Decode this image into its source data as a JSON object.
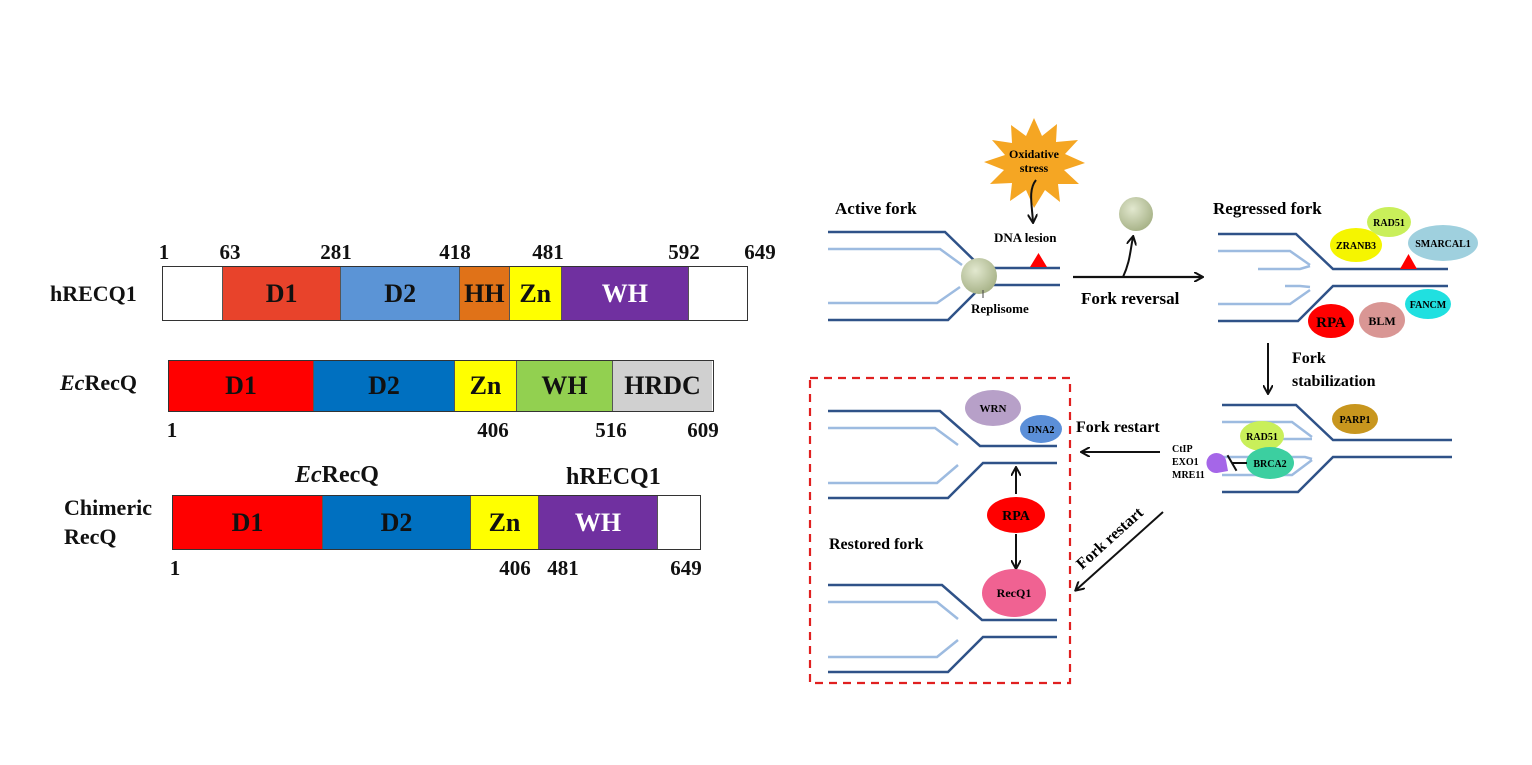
{
  "left_panel": {
    "constructs": [
      {
        "id": "hrecq1",
        "label": "hRECQ1",
        "label_italic_prefix": "",
        "length": 649,
        "ticks_above": [
          "1",
          "63",
          "281",
          "418",
          "481",
          "592",
          "649"
        ],
        "ticks_below": [],
        "domains": [
          {
            "name": "",
            "start": 1,
            "end": 63,
            "color": "#ffffff",
            "text_color": "#111111"
          },
          {
            "name": "D1",
            "start": 63,
            "end": 281,
            "color": "#e8432b",
            "text_color": "#111111"
          },
          {
            "name": "D2",
            "start": 281,
            "end": 418,
            "color": "#5b94d6",
            "text_color": "#111111"
          },
          {
            "name": "HH",
            "start": 418,
            "end": 455,
            "color": "#e07218",
            "text_color": "#111111"
          },
          {
            "name": "Zn",
            "start": 455,
            "end": 481,
            "color": "#ffff00",
            "text_color": "#111111"
          },
          {
            "name": "WH",
            "start": 481,
            "end": 592,
            "color": "#7030a0",
            "text_color": "#ffffff"
          },
          {
            "name": "",
            "start": 592,
            "end": 649,
            "color": "#ffffff",
            "text_color": "#111111"
          }
        ]
      },
      {
        "id": "ecrecq",
        "label": "RecQ",
        "label_italic_prefix": "Ec",
        "length": 609,
        "ticks_above": [],
        "ticks_below": [
          "1",
          "406",
          "516",
          "609"
        ],
        "domains": [
          {
            "name": "D1",
            "start": 1,
            "end": 160,
            "color": "#ff0000",
            "text_color": "#111111"
          },
          {
            "name": "D2",
            "start": 160,
            "end": 340,
            "color": "#0070c0",
            "text_color": "#111111"
          },
          {
            "name": "Zn",
            "start": 340,
            "end": 406,
            "color": "#ffff00",
            "text_color": "#111111"
          },
          {
            "name": "WH",
            "start": 406,
            "end": 516,
            "color": "#92d050",
            "text_color": "#111111"
          },
          {
            "name": "HRDC",
            "start": 516,
            "end": 609,
            "color": "#d0d0d0",
            "text_color": "#111111"
          }
        ]
      },
      {
        "id": "chimeric",
        "label_line1": "Chimeric",
        "label_line2": "RecQ",
        "group_label_left_prefix": "Ec",
        "group_label_left": "RecQ",
        "group_label_right": "hRECQ1",
        "ticks_below": [
          "1",
          "406",
          "481",
          "649"
        ],
        "domains": [
          {
            "name": "D1",
            "color": "#ff0000",
            "text_color": "#111111"
          },
          {
            "name": "D2",
            "color": "#0070c0",
            "text_color": "#111111"
          },
          {
            "name": "Zn",
            "color": "#ffff00",
            "text_color": "#111111"
          },
          {
            "name": "WH",
            "color": "#7030a0",
            "text_color": "#ffffff"
          },
          {
            "name": "",
            "color": "#ffffff",
            "text_color": "#111111"
          }
        ]
      }
    ]
  },
  "right_panel": {
    "active_fork": "Active fork",
    "oxidative_stress_l1": "Oxidative",
    "oxidative_stress_l2": "stress",
    "dna_lesion": "DNA lesion",
    "replisome": "Replisome",
    "fork_reversal": "Fork reversal",
    "regressed_fork": "Regressed fork",
    "regressed_proteins": {
      "rad51": "RAD51",
      "zranb3": "ZRANB3",
      "smarcal1": "SMARCAL1",
      "fancm": "FANCM",
      "rpa": "RPA",
      "blm": "BLM"
    },
    "fork_stabilization_l1": "Fork",
    "fork_stabilization_l2": "stabilization",
    "stabilized_proteins": {
      "parp1": "PARP1",
      "rad51": "RAD51",
      "brca2": "BRCA2",
      "nucleases": [
        "CtIP",
        "EXO1",
        "MRE11"
      ]
    },
    "fork_restart_1": "Fork restart",
    "fork_restart_2": "Fork restart",
    "restored_fork": "Restored fork",
    "restored_proteins": {
      "wrn": "WRN",
      "dna2": "DNA2",
      "rpa": "RPA",
      "recq1": "RecQ1"
    },
    "colors": {
      "dna_dark": "#2f5288",
      "dna_light": "#9dbbe0",
      "lesion": "#ff0000",
      "star": "#f5a623",
      "replisome": "#c8d4b0",
      "dashed_box": "#e02020"
    }
  }
}
